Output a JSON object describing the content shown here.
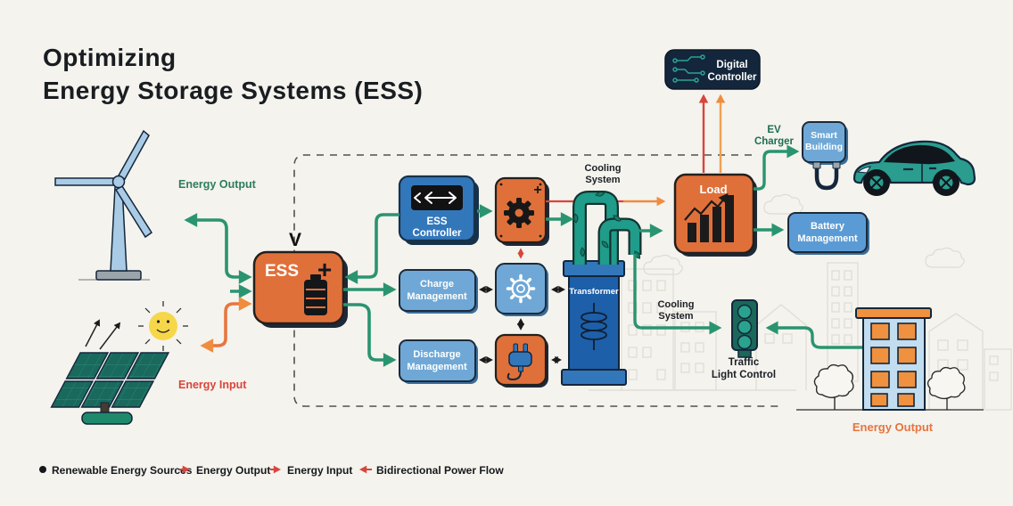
{
  "title": {
    "line1": "Optimizing",
    "line2": "Energy Storage Systems (ESS)"
  },
  "labels": {
    "energy_output_wind": "Energy Output",
    "energy_input_solar": "Energy Input",
    "voltage_marker": "V",
    "cooling_top_1": "Cooling",
    "cooling_top_2": "System",
    "cooling_lower_1": "Cooling",
    "cooling_lower_2": "System",
    "ev_charger_1": "EV",
    "ev_charger_2": "Charger",
    "energy_output_building": "Energy Output"
  },
  "nodes": {
    "ess": {
      "label": "ESS",
      "plus": "+"
    },
    "gear_unit": {
      "plus": "+"
    },
    "ess_controller": {
      "line1": "ESS",
      "line2": "Controller"
    },
    "charge_management": {
      "line1": "Charge",
      "line2": "Management"
    },
    "discharge_management": {
      "line1": "Discharge",
      "line2": "Management"
    },
    "transformer": {
      "label": "Transformer"
    },
    "load": {
      "label": "Load"
    },
    "digital_controller": {
      "line1": "Digital",
      "line2": "Controller"
    },
    "smart_building": {
      "line1": "Smart",
      "line2": "Building"
    },
    "battery_management": {
      "line1": "Battery",
      "line2": "Management"
    },
    "traffic_light": {
      "line1": "Traffic",
      "line2": "Light Control"
    }
  },
  "legend": {
    "renewable_sources": "Renewable Energy Sources",
    "energy_output": "Energy Output",
    "energy_input": "Energy Input",
    "bidirectional": "Bidirectional Power Flow"
  },
  "colors": {
    "background": "#f4f3ee",
    "orange": "#e0703a",
    "orange_arrow": "#f08c3e",
    "blue": "#3377bb",
    "blue_light": "#6fa8d6",
    "navy": "#14263b",
    "transformer_blue": "#1d5fa8",
    "green_arrow": "#2a9470",
    "teal_pipe": "#209c8b",
    "red": "#d9453a",
    "green_label": "#2e7d5a",
    "sun_yellow": "#f6d74a",
    "car_teal": "#2a9d8f"
  }
}
